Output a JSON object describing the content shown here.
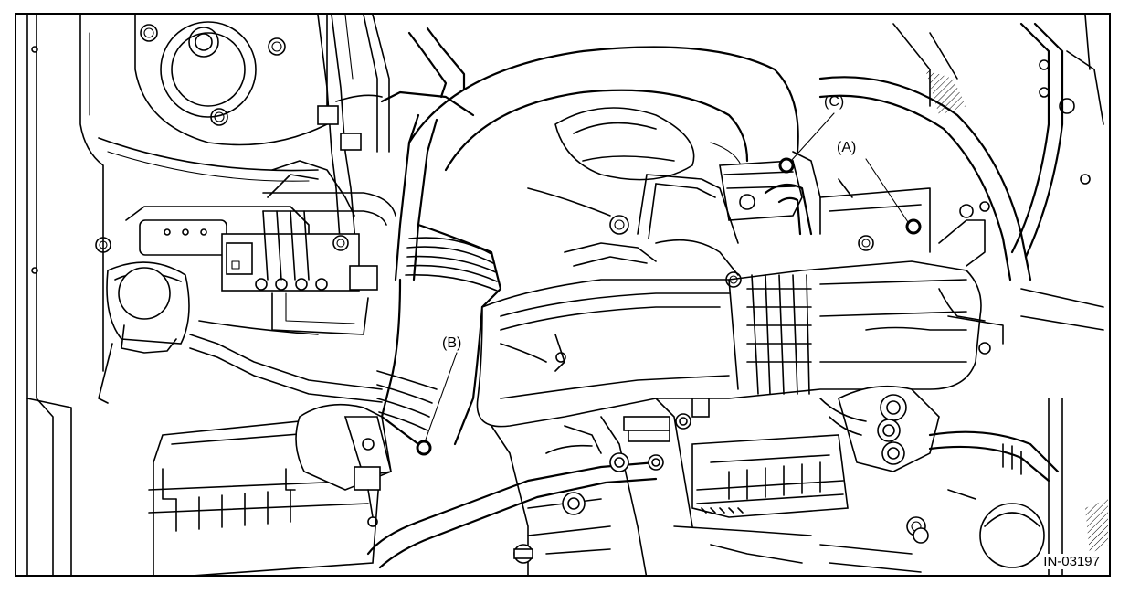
{
  "callouts": {
    "a": "(A)",
    "b": "(B)",
    "c": "(C)"
  },
  "figure_id": "IN-03197"
}
